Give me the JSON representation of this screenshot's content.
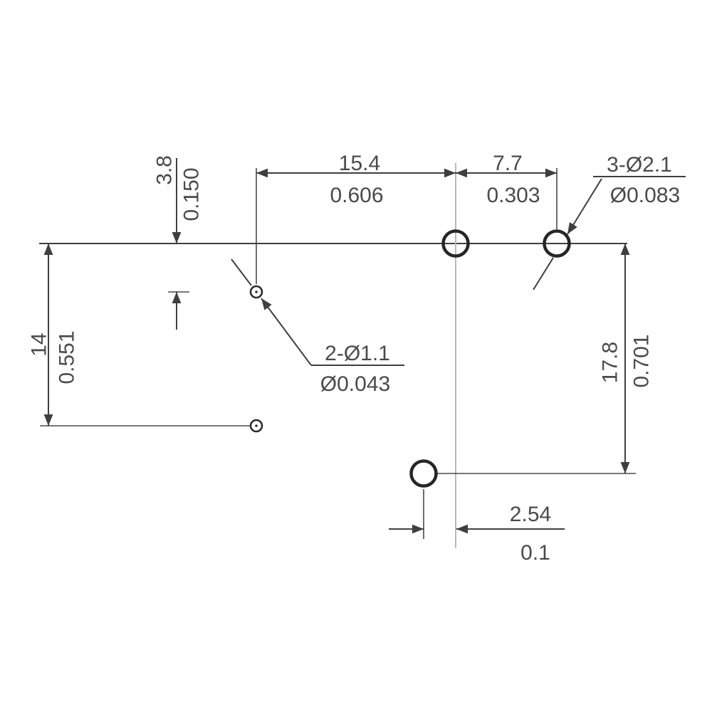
{
  "dimensions": {
    "width_15_4": {
      "mm": "15.4",
      "inch": "0.606"
    },
    "width_7_7": {
      "mm": "7.7",
      "inch": "0.303"
    },
    "offset_3_8": {
      "mm": "3.8",
      "inch": "0.150"
    },
    "height_14": {
      "mm": "14",
      "inch": "0.551"
    },
    "height_17_8": {
      "mm": "17.8",
      "inch": "0.701"
    },
    "pitch_2_54": {
      "mm": "2.54",
      "inch": "0.1"
    }
  },
  "callouts": {
    "large_holes": {
      "label": "3-Ø2.1",
      "inch": "Ø0.083"
    },
    "small_holes": {
      "label": "2-Ø1.1",
      "inch": "Ø0.043"
    }
  }
}
